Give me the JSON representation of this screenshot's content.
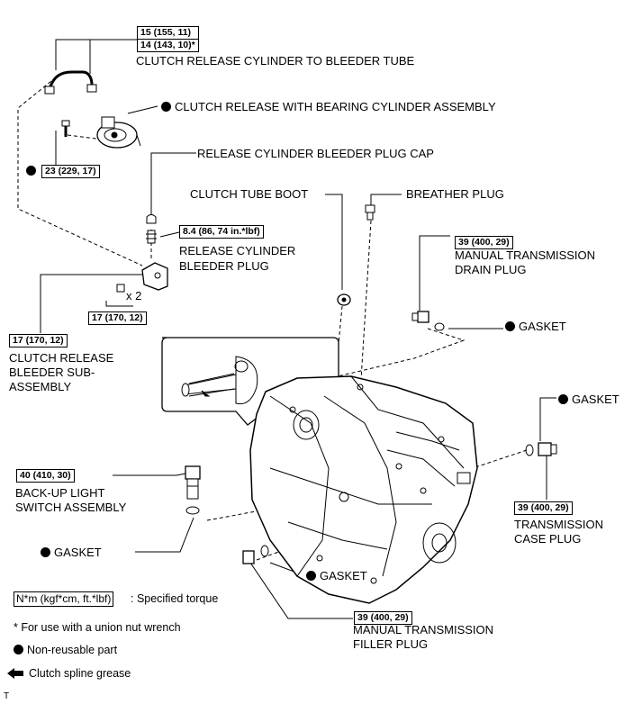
{
  "labels": {
    "tube_torque_a": "15 (155, 11)",
    "tube_torque_b": "14 (143, 10)*",
    "tube_name": "CLUTCH RELEASE CYLINDER TO BLEEDER TUBE",
    "release_bearing_cyl": "CLUTCH RELEASE WITH BEARING CYLINDER ASSEMBLY",
    "bolt_torque_23": "23 (229, 17)",
    "bleeder_cap": "RELEASE CYLINDER BLEEDER PLUG CAP",
    "bleeder_plug_torque": "8.4 (86, 74 in.*lbf)",
    "bleeder_plug_1": "RELEASE CYLINDER",
    "bleeder_plug_2": "BLEEDER PLUG",
    "times_two": "x 2",
    "bolt_torque_17b": "17 (170, 12)",
    "bleeder_sub_torque": "17 (170, 12)",
    "bleeder_sub_1": "CLUTCH RELEASE",
    "bleeder_sub_2": "BLEEDER SUB-",
    "bleeder_sub_3": "ASSEMBLY",
    "tube_boot": "CLUTCH TUBE BOOT",
    "breather_plug": "BREATHER PLUG",
    "drain_torque": "39 (400, 29)",
    "drain_1": "MANUAL TRANSMISSION",
    "drain_2": "DRAIN PLUG",
    "gasket_drain": "GASKET",
    "gasket_case": "GASKET",
    "case_plug_torque": "39 (400, 29)",
    "case_plug_1": "TRANSMISSION",
    "case_plug_2": "CASE PLUG",
    "backup_torque": "40 (410, 30)",
    "backup_1": "BACK-UP LIGHT",
    "backup_2": "SWITCH ASSEMBLY",
    "gasket_backup": "GASKET",
    "gasket_filler": "GASKET",
    "filler_torque": "39 (400, 29)",
    "filler_1": "MANUAL TRANSMISSION",
    "filler_2": "FILLER PLUG"
  },
  "legend": {
    "torque_unit": "N*m (kgf*cm, ft.*lbf)",
    "torque_desc": ": Specified torque",
    "asterisk_note": "* For use with a union nut wrench",
    "nonreusable": "Non-reusable part",
    "grease": "Clutch spline grease"
  },
  "footer_mark": "T"
}
